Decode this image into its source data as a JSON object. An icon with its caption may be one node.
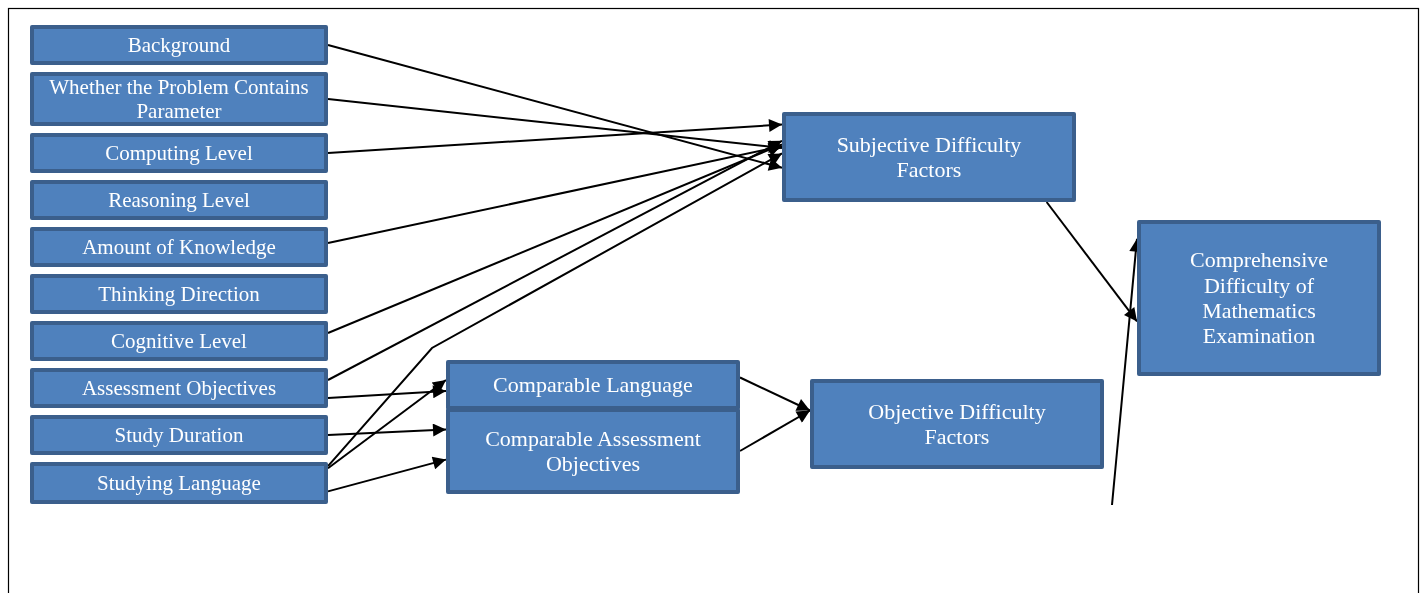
{
  "diagram": {
    "nodes": [
      {
        "text": [
          "Background"
        ]
      },
      {
        "text": [
          "Whether the Problem Contains Parameter"
        ]
      },
      {
        "text": [
          "Computing Level"
        ]
      },
      {
        "text": [
          "Reasoning Level"
        ]
      },
      {
        "text": [
          "Amount of Knowledge"
        ]
      },
      {
        "text": [
          "Thinking Direction"
        ]
      },
      {
        "text": [
          "Cognitive Level"
        ]
      },
      {
        "text": [
          "Assessment Objectives"
        ]
      },
      {
        "text": [
          "Study Duration"
        ]
      },
      {
        "text": [
          "Studying Language"
        ]
      },
      {
        "text": [
          "Comparable Language"
        ]
      },
      {
        "text": [
          "Comparable Assessment Objectives"
        ]
      },
      {
        "text": [
          "Subjective Difficulty Factors"
        ]
      },
      {
        "text": [
          "Objective Difficulty Factors"
        ]
      },
      {
        "text": [
          "Comprehensive Difficulty of Mathematics Examination"
        ]
      }
    ],
    "edges": [
      {
        "from": 0,
        "to": 12,
        "arrow": "to"
      },
      {
        "from": 1,
        "to": 12,
        "arrow": "to"
      },
      {
        "from": 2,
        "to": 12,
        "arrow": "to"
      },
      {
        "from": 4,
        "to": 12,
        "arrow": "to"
      },
      {
        "from": 6,
        "to": 12,
        "arrow": "to"
      },
      {
        "from": 7,
        "to": 12,
        "arrow": "to"
      },
      {
        "from": 9,
        "to": 12,
        "arrow": "to"
      },
      {
        "from": 7,
        "to": 10,
        "arrow": "to"
      },
      {
        "from": 9,
        "to": 10,
        "arrow": "to"
      },
      {
        "from": 8,
        "to": 11,
        "arrow": "to"
      },
      {
        "from": 9,
        "to": 11,
        "arrow": "to"
      },
      {
        "from": 10,
        "to": 13,
        "arrow": "to"
      },
      {
        "from": 11,
        "to": 13,
        "arrow": "to"
      },
      {
        "from": 12,
        "to": 14,
        "arrow": "to"
      },
      {
        "from": null,
        "to": 14,
        "arrow": "to"
      }
    ]
  }
}
